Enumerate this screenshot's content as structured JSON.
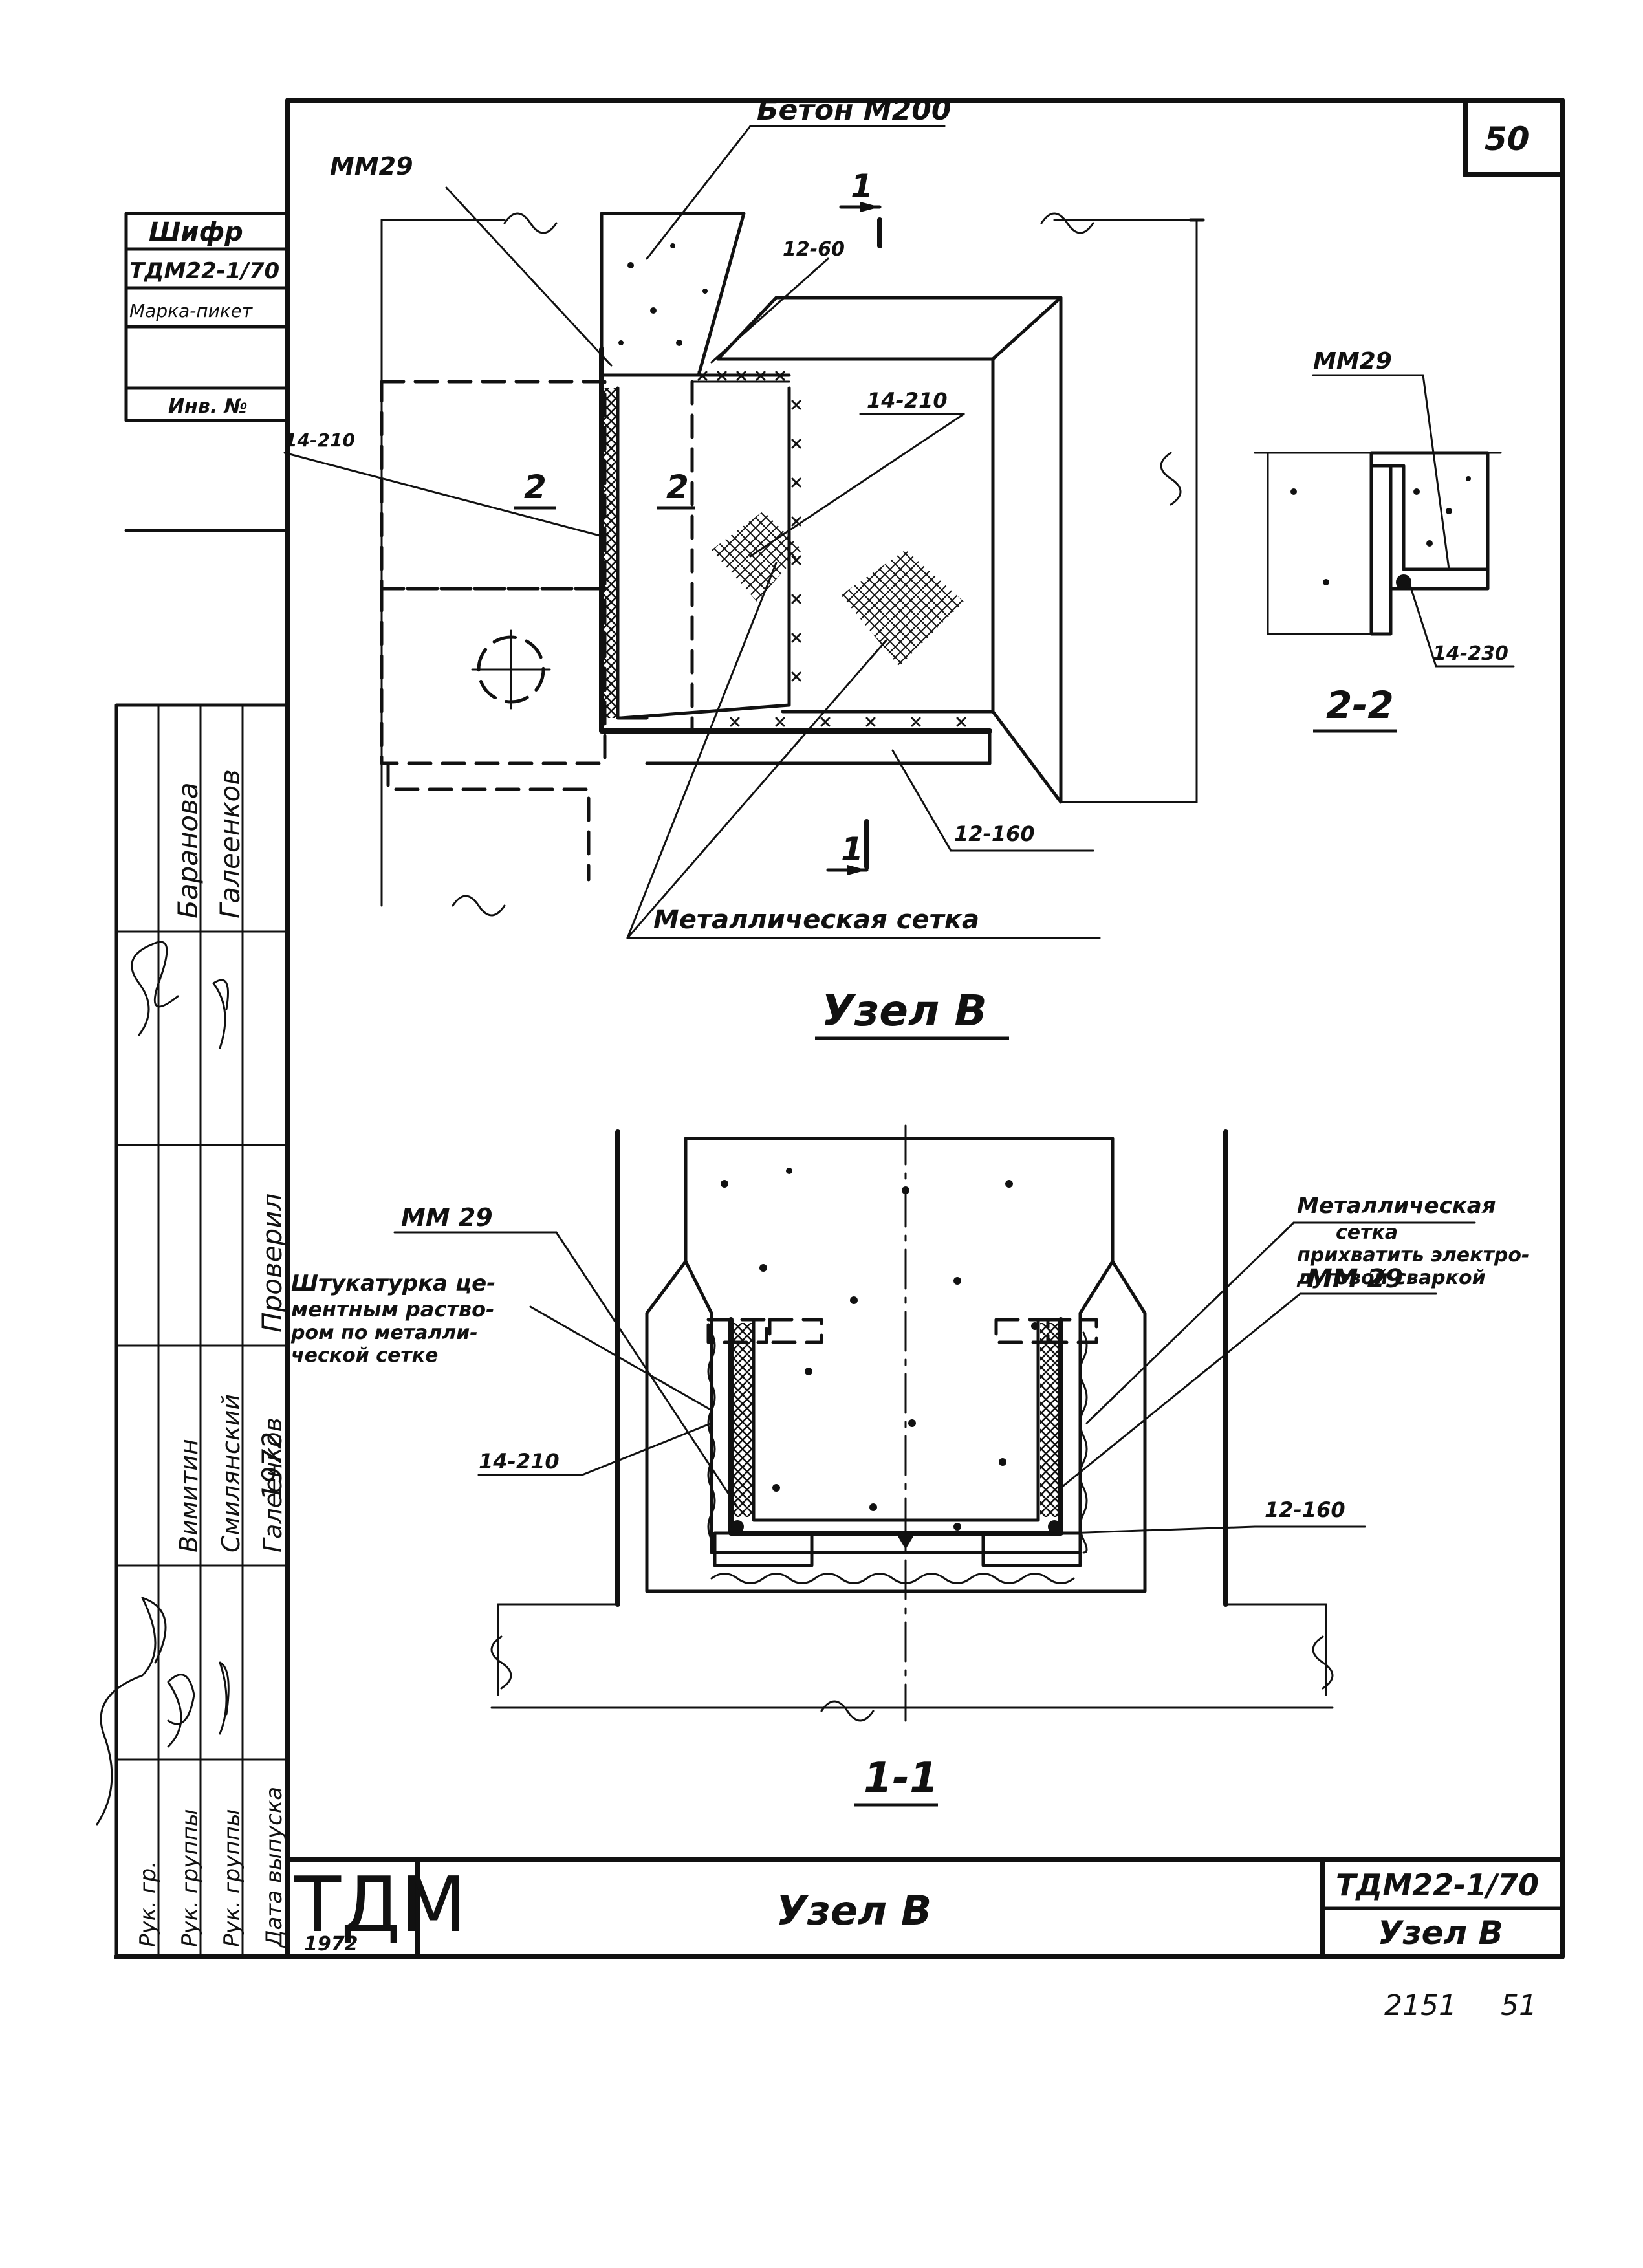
{
  "sheet": {
    "number": "50",
    "footer_left": "2151",
    "footer_right": "51"
  },
  "stamp": {
    "left_column": [
      "Шифр",
      "ТДМ22-1/70",
      "Марка-пикет",
      "",
      "Инв. №"
    ],
    "vertical_headers": [
      "Рук. гр.",
      "Рук. группы",
      "Рук. группы",
      "Дата выпуска"
    ],
    "vertical_names": [
      "Вимитин",
      "Смилянский",
      "Галеенков",
      "1972"
    ],
    "vertical_extra": [
      "Баранова",
      "Галеенков",
      "Проверил"
    ],
    "logo": "ТДМ",
    "logo_year": "1972",
    "title": "Узел В",
    "code": "ТДМ22-1/70",
    "subtitle": "Узел В"
  },
  "views": {
    "top_title": "Узел В",
    "section_title": "1-1",
    "detail_title": "2-2",
    "section_mark": "1",
    "section2_mark": "2"
  },
  "labels": {
    "concrete": "Бетон М200",
    "mm29_top": "ММ29",
    "weld_12_60": "12-60",
    "weld_14_210_top": "14-210",
    "weld_14_210_left": "14-210",
    "mesh": "Металлическая сетка",
    "weld_12_160_top": "12-160",
    "mm29_detail": "ММ29",
    "weld_14_230": "14-230",
    "mm29_left": "ММ 29",
    "mm29_right": "ММ 29",
    "plaster": [
      "Штукатурка це-",
      "ментным раство-",
      "ром по металли-",
      "ческой сетке"
    ],
    "mesh_right": [
      "Металлическая",
      "сетка",
      "прихватить электро-",
      "дуговой сваркой"
    ],
    "weld_14_210_bottom": "14-210",
    "weld_12_160_bottom": "12-160"
  }
}
